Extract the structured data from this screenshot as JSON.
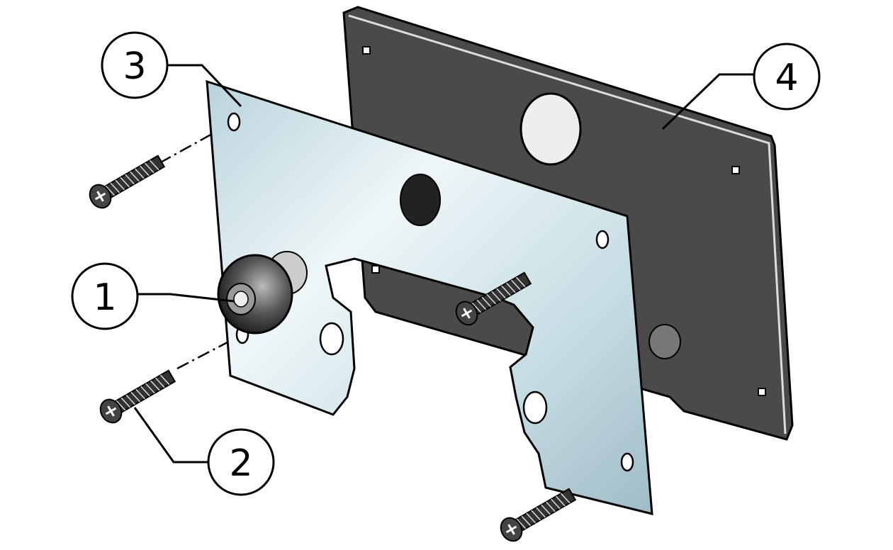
{
  "diagram": {
    "callouts": [
      {
        "id": "1",
        "label": "1"
      },
      {
        "id": "2",
        "label": "2"
      },
      {
        "id": "3",
        "label": "3"
      },
      {
        "id": "4",
        "label": "4"
      }
    ],
    "colors": {
      "back_plate": "#4a4a4a",
      "front_plate": "#cfe2e8",
      "outline": "#000000"
    }
  }
}
